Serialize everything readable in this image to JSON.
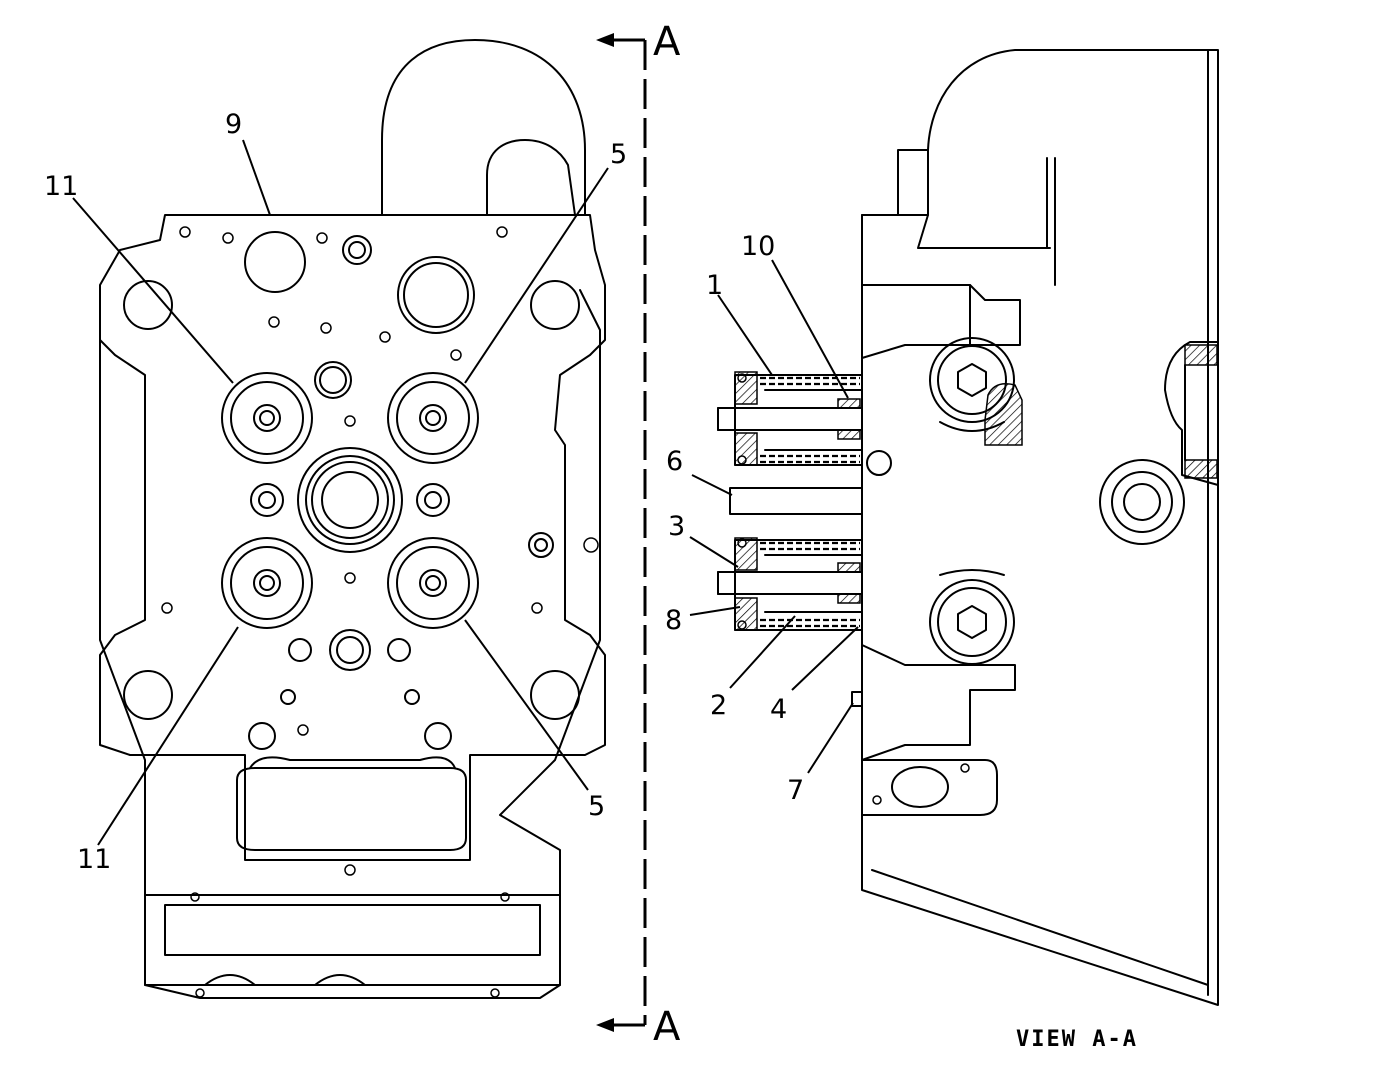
{
  "section": {
    "letter_top": "A",
    "letter_bottom": "A",
    "view_label": "VIEW A-A"
  },
  "callouts": {
    "c9": "9",
    "c11_top": "11",
    "c5_top": "5",
    "c11_bottom": "11",
    "c5_bottom": "5",
    "c10": "10",
    "c1": "1",
    "c6": "6",
    "c3": "3",
    "c8": "8",
    "c2": "2",
    "c4": "4",
    "c7": "7"
  },
  "colors": {
    "line": "#000000",
    "background": "#ffffff"
  }
}
